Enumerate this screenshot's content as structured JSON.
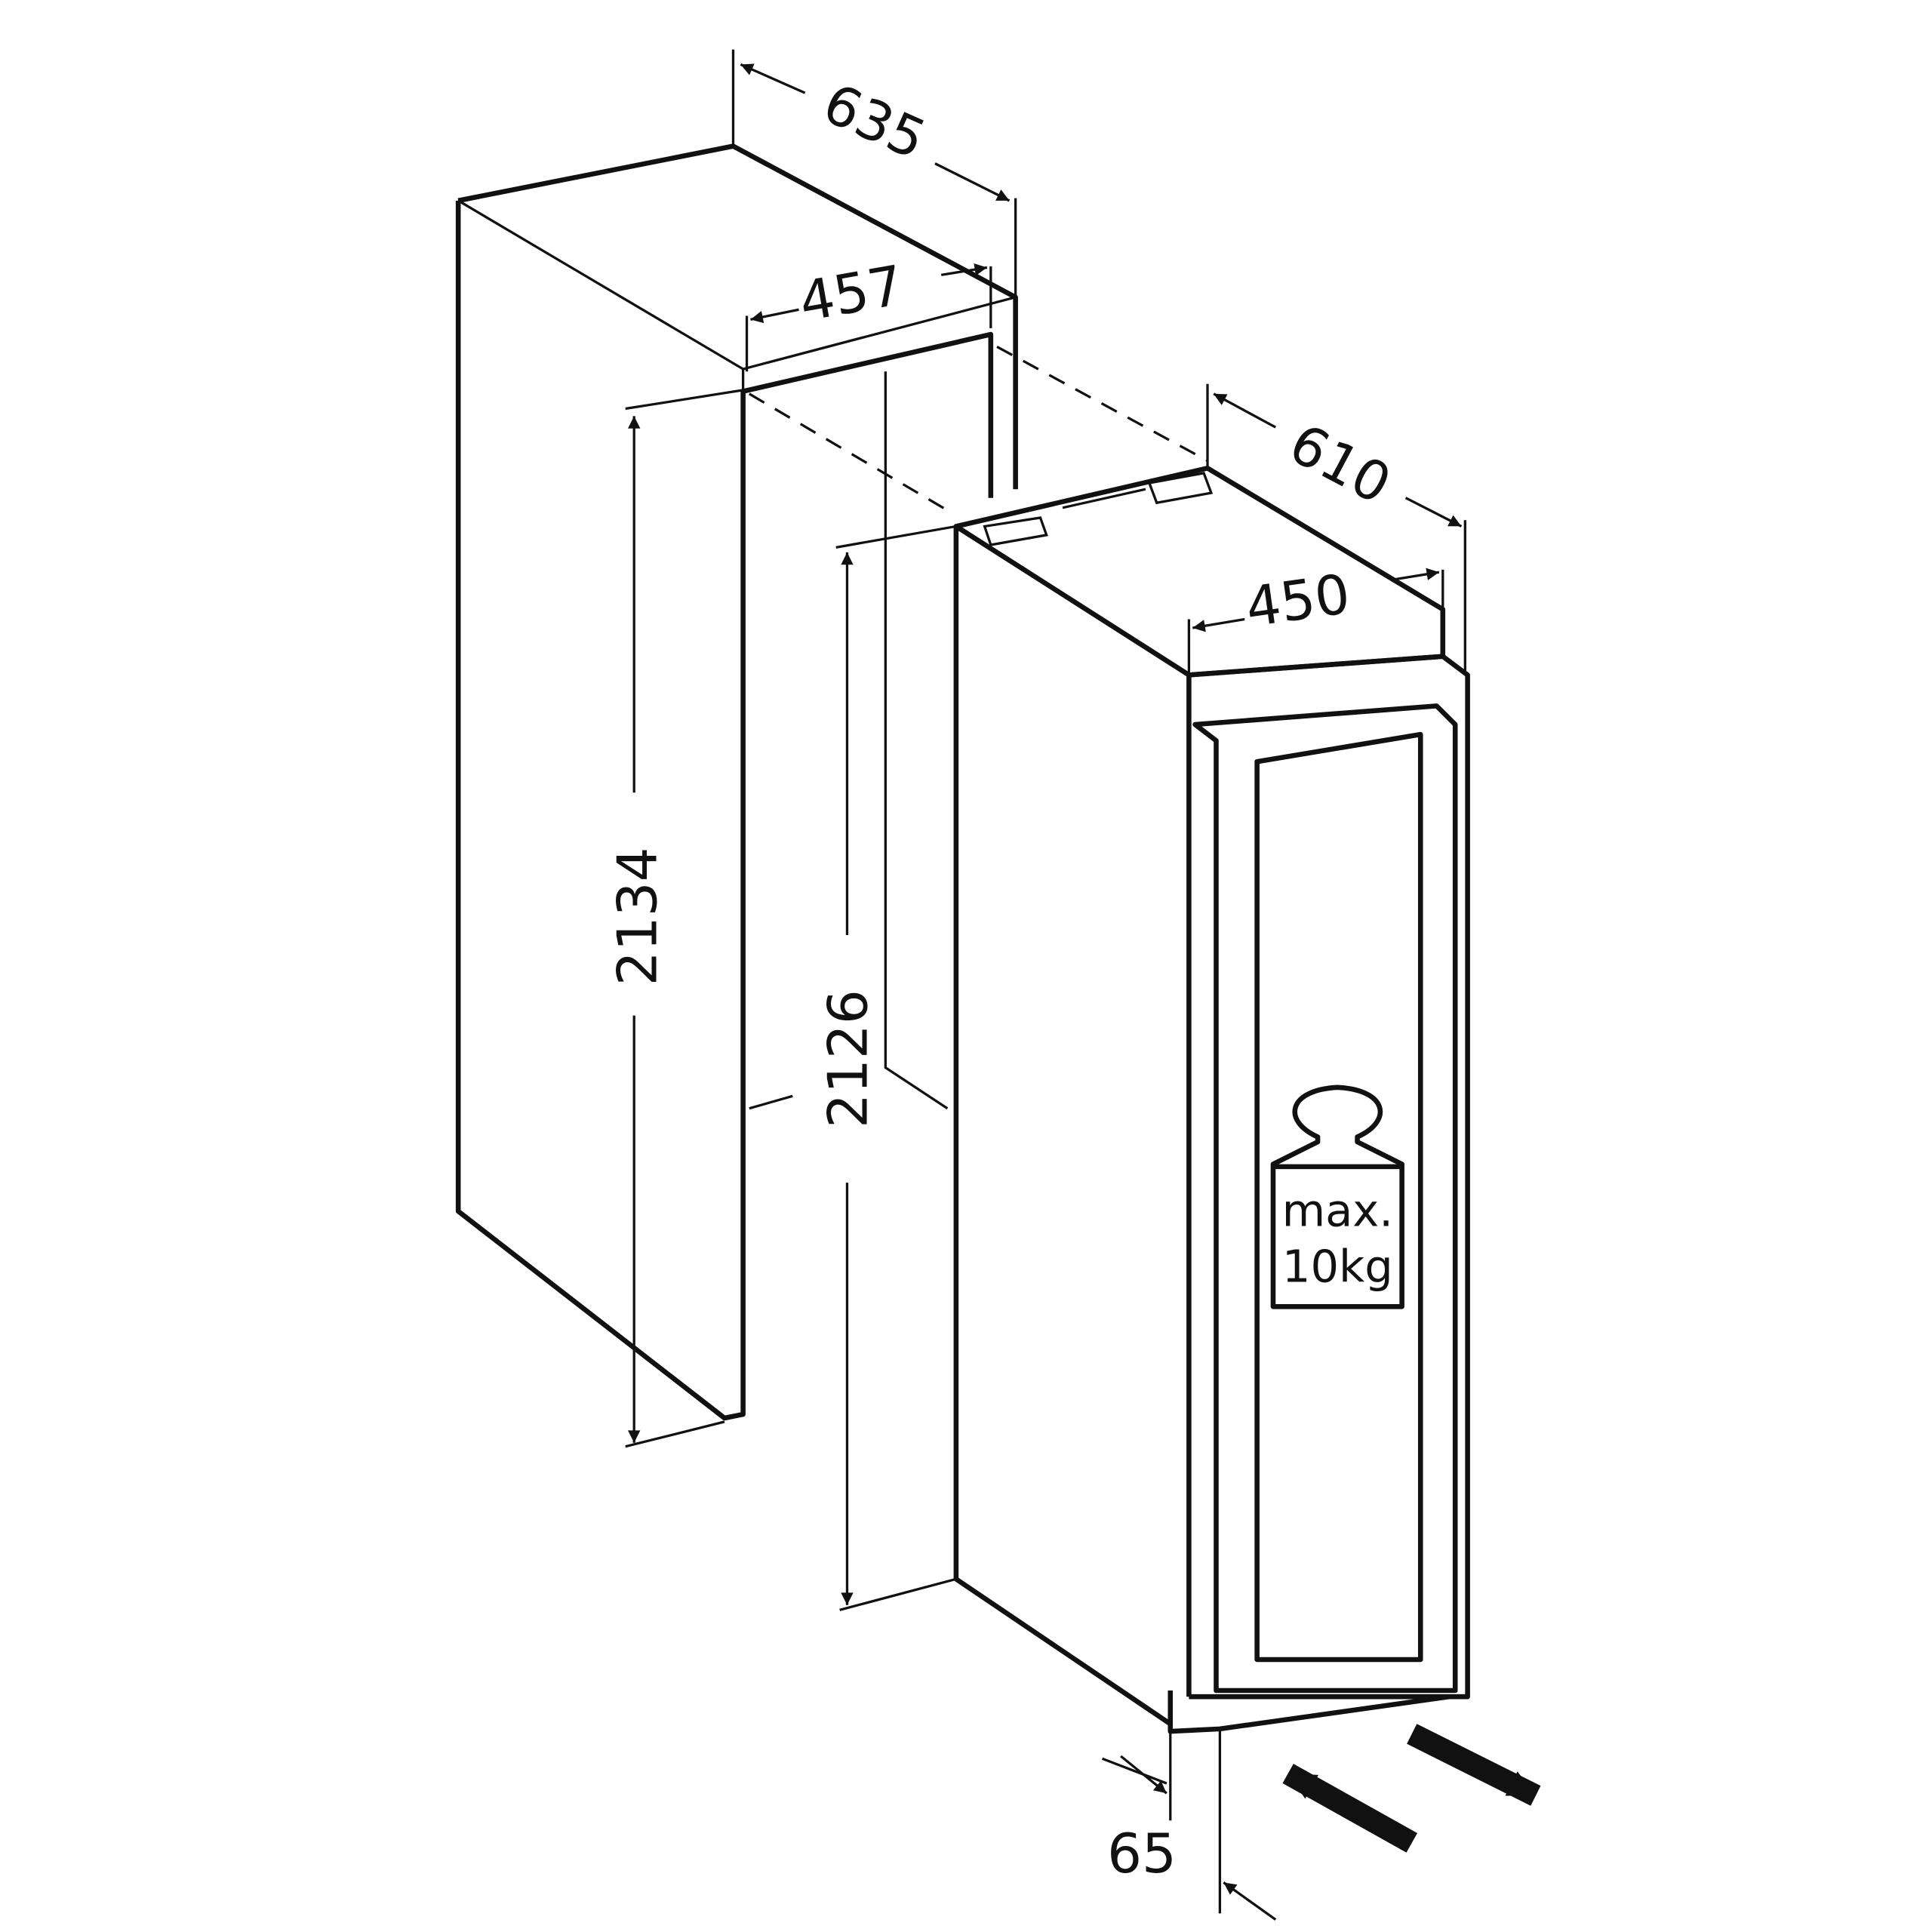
{
  "dimensions": {
    "niche_depth": "635",
    "niche_width": "457",
    "niche_height": "2134",
    "appliance_depth": "610",
    "appliance_width": "450",
    "appliance_height": "2126",
    "door_offset": "65"
  },
  "weight_label": {
    "line1": "max.",
    "line2": "10kg"
  },
  "colors": {
    "line": "#111111",
    "background": "#ffffff"
  }
}
